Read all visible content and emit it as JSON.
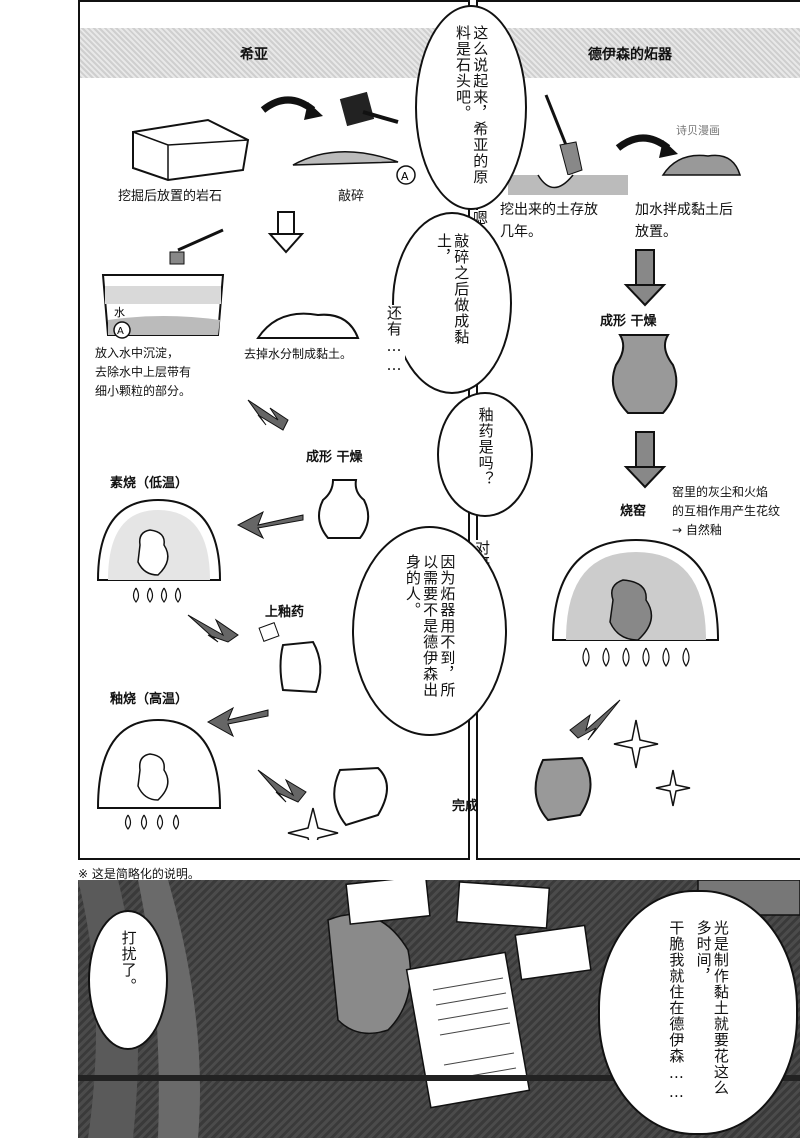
{
  "left_panel": {
    "header": "希亚",
    "steps": {
      "dig": "挖掘后放置的岩石",
      "crush": "敲碎",
      "settle_line1": "放入水中沉淀，",
      "settle_line2": "去除水中上层带有",
      "settle_line3": "细小颗粒的部分。",
      "water": "水",
      "marker_a": "A",
      "dewater": "去掉水分制成黏土。",
      "shape_dry": "成形 干燥",
      "bisque": "素烧（低温）",
      "glaze": "上釉药",
      "glaze_fire": "釉烧（高温）"
    }
  },
  "right_panel": {
    "header": "德伊森的炻器",
    "watermark": "诗贝漫画",
    "steps": {
      "store_line1": "挖出来的土存放",
      "store_line2": "几年。",
      "mix_line1": "加水拌成黏土后",
      "mix_line2": "放置。",
      "shape_dry": "成形 干燥",
      "kiln": "烧窑",
      "ash_line1": "窑里的灰尘和火焰",
      "ash_line2": "的互相作用产生花纹",
      "ash_line3": "→ 自然釉"
    }
  },
  "complete": "完成",
  "bubbles": {
    "b1": "这么说起来，希亚的原料是石头吧。",
    "b2": "嗯",
    "b3": "敲碎之后做成黏土，",
    "b4": "还有……",
    "b5": "釉药是吗？",
    "b6": "对呀",
    "b7": "因为炻器用不到，所以需要不是德伊森出身的人。"
  },
  "footnote": "※ 这是简略化的说明。",
  "bottom": {
    "b_left": "打扰了。",
    "b_right_1": "光是制作黏土就要花这么多时间，",
    "b_right_2": "干脆我就住在德伊森……"
  }
}
